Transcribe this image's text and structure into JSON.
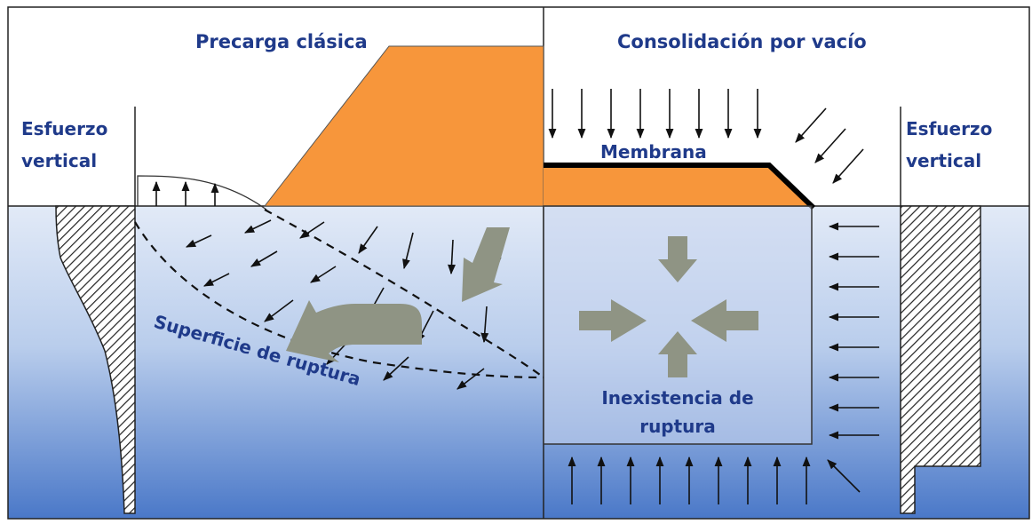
{
  "labels": {
    "left_title": "Precarga clásica",
    "right_title": "Consolidación por vacío",
    "left_stress_line1": "Esfuerzo",
    "left_stress_line2": "vertical",
    "right_stress_line1": "Esfuerzo",
    "right_stress_line2": "vertical",
    "membrane": "Membrana",
    "rupture_surface": "Superficie de ruptura",
    "no_rupture_line1": "Inexistencia de",
    "no_rupture_line2": "ruptura"
  },
  "colors": {
    "fill_orange": "#f7963b",
    "gray_arrow": "#8f9484",
    "label_blue": "#1f3a8a",
    "soil_top": "#dde6f6",
    "soil_bottom": "#4a78c8"
  }
}
